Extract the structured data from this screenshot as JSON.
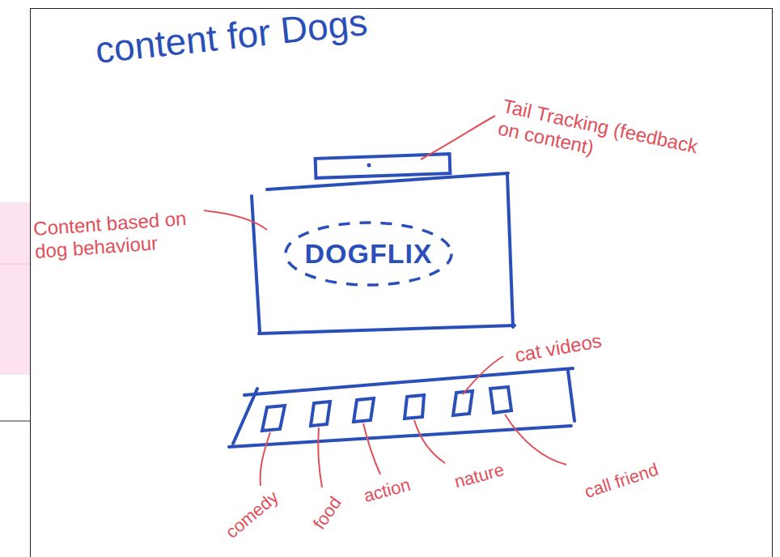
{
  "diagram": {
    "title": "content for Dogs",
    "nodes": [
      {
        "text": [
          "DOGFLIX"
        ]
      }
    ],
    "labels": [
      "Tail Tracking (feedback on content)",
      "Content based on dog behaviour",
      "cat videos",
      "comedy",
      "food",
      "action",
      "nature",
      "call friend"
    ]
  }
}
